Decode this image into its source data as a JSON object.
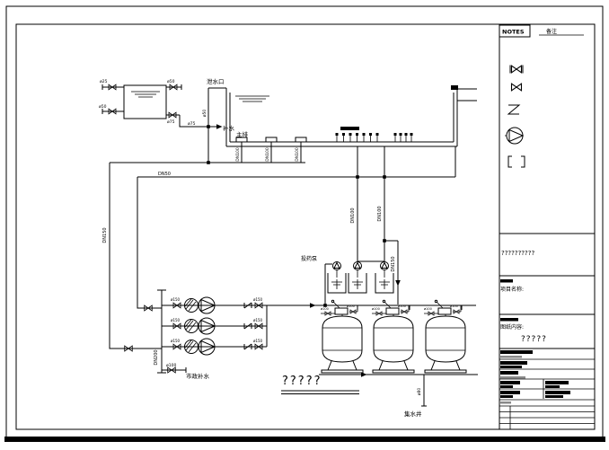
{
  "labels": {
    "drain_port": "泄水口",
    "makeup": "补水",
    "main_drain": "主排",
    "dosing_pump": "投药泵",
    "municipal": "市政补水",
    "sump": "集水井",
    "caption": "?????",
    "d25": "ø25",
    "d50": "ø50",
    "d75": "ø75",
    "d80": "ø80",
    "d100": "ø100",
    "d150": "ø150",
    "dn50": "DN50",
    "dn100": "DN100",
    "dn150": "DN150",
    "dn200": "DN200"
  },
  "legend": {
    "notes_title": "NOTES",
    "remark": "备注"
  },
  "title_block": {
    "company": "??????????",
    "project_label": "项目名称:",
    "drawing_label": "图纸内容:",
    "drawing_title": "?????"
  }
}
